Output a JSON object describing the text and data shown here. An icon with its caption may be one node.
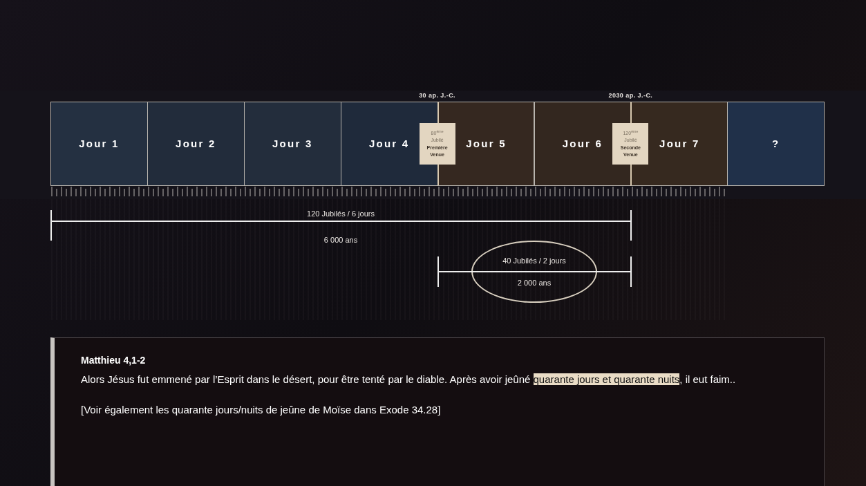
{
  "diagram": {
    "nodes": [
      {
        "text": [
          "Jour 1"
        ]
      },
      {
        "text": [
          "Jour 2"
        ]
      },
      {
        "text": [
          "Jour 3"
        ]
      },
      {
        "text": [
          "Jour 4"
        ]
      },
      {
        "text": [
          "Jour 5"
        ]
      },
      {
        "text": [
          "Jour 6"
        ]
      },
      {
        "text": [
          "Jour 7"
        ]
      },
      {
        "text": [
          "?"
        ]
      },
      {
        "text": [
          "80$^{ème}$ Jubilé",
          "Première Venue"
        ]
      },
      {
        "text": [
          "120$^{ème}$ Jubilé",
          "Seconde Venue"
        ]
      },
      {
        "text": [
          "40 Jubilés / 2 jours",
          "2 000 ans"
        ]
      },
      {
        "text": [
          "Matthieu 4,1-2",
          "Alors Jésus fut emmené par l’Esprit dans le désert, pour être tenté par le diable. Après avoir jeûné **quarante jours et quarante nuits**, il eut faim..",
          "[Voir également les quarante jours/nuits de jeûne de Moïse dans Exode 34.28]"
        ]
      }
    ],
    "labels": [
      "30 ap. J.-C.",
      "2030 ap. J.-C.",
      "120 Jubilés / 6 jours",
      "6 000 ans"
    ]
  }
}
